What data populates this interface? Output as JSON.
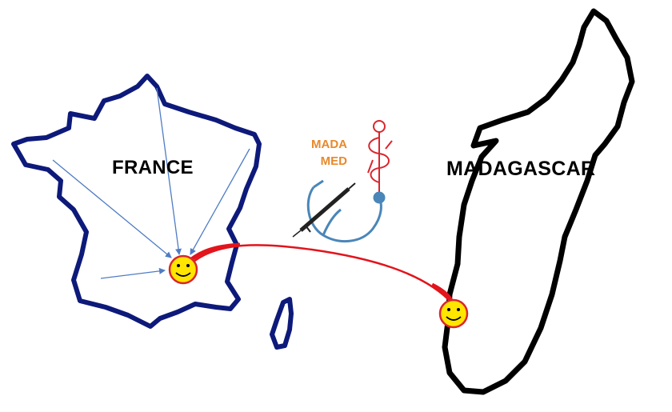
{
  "labels": {
    "france": "FRANCE",
    "madagascar": "MADAGASCAR"
  },
  "logo": {
    "line1": "MADA",
    "line2": "MED",
    "text_color": "#e8892b",
    "caduceus_color": "#d9262e",
    "stethoscope_color": "#4a86b8"
  },
  "colors": {
    "france_outline": "#0d1a7a",
    "madagascar_outline": "#000000",
    "arrows": "#4f7cc4",
    "connection": "#e2141c",
    "smiley_fill": "#ffe500",
    "smiley_stroke": "#d9262e"
  },
  "icons": [
    "smiley-icon",
    "syringe-icon",
    "stethoscope-icon",
    "caduceus-icon"
  ]
}
